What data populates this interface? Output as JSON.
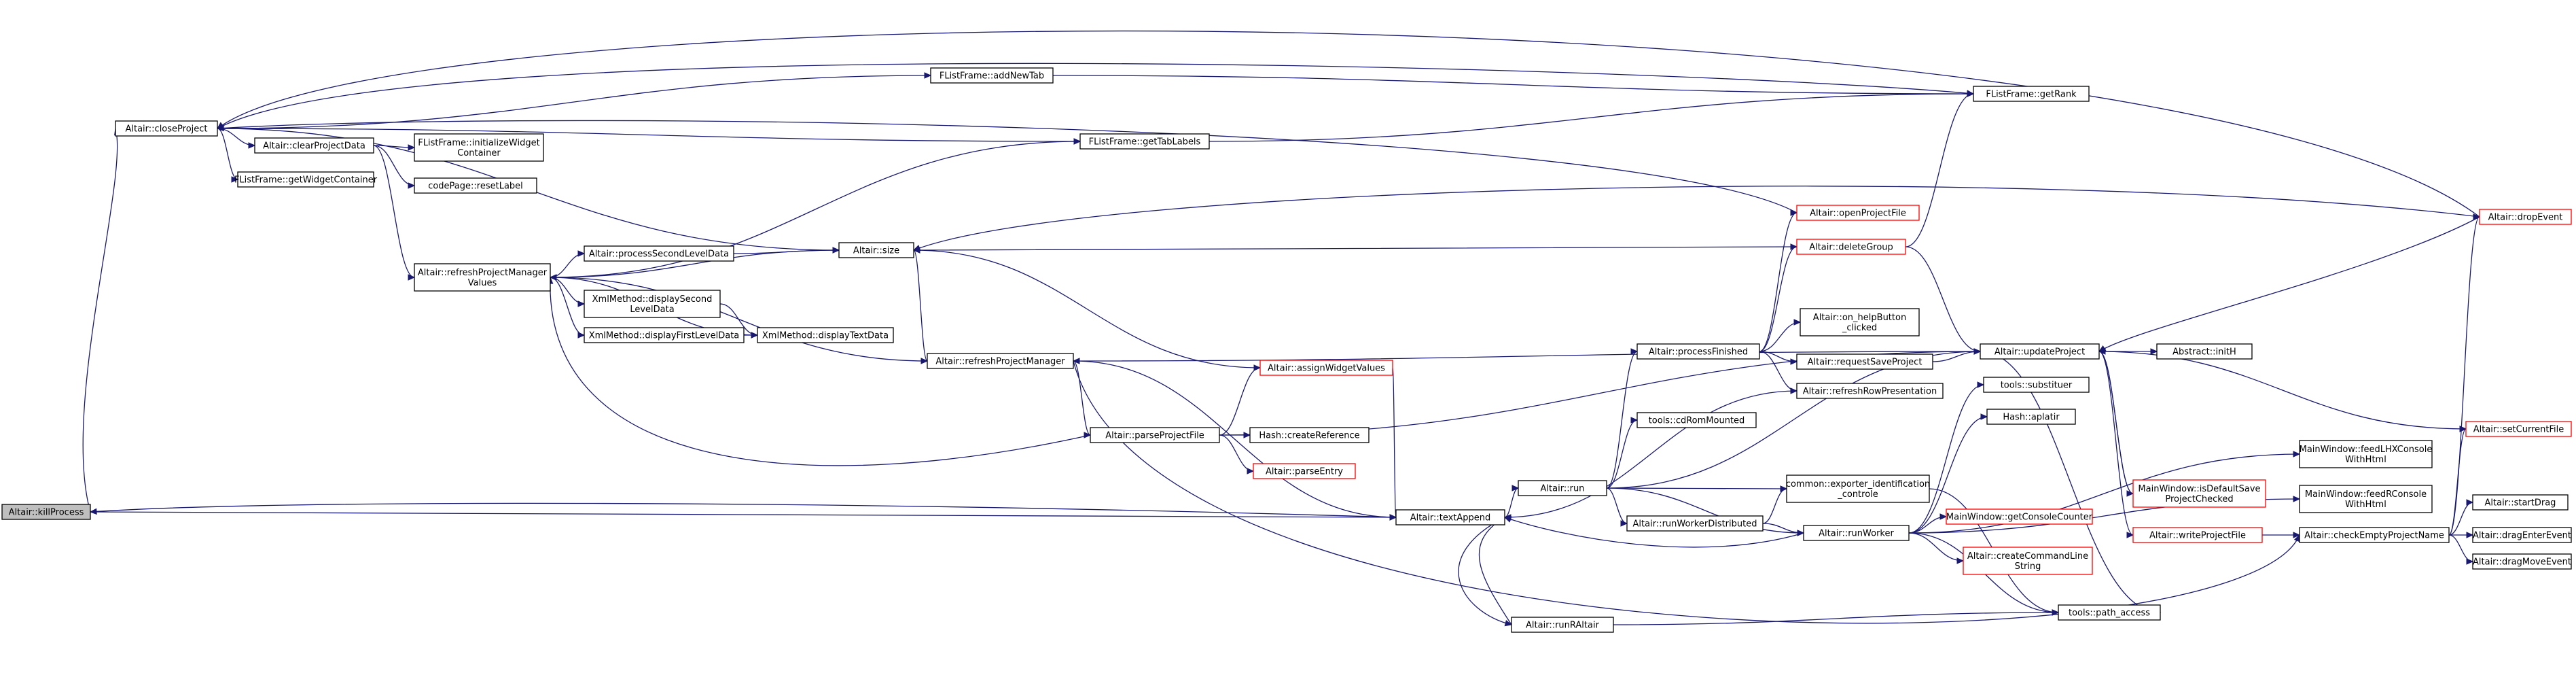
{
  "colors": {
    "edge": "#191970",
    "node_border": "#000000",
    "node_border_red": "#ff0000",
    "selected_fill": "#bfbfbf"
  },
  "nodes": [
    {
      "id": "killProcess",
      "lines": [
        "Altair::killProcess"
      ],
      "red": false,
      "selected": true
    },
    {
      "id": "closeProject",
      "lines": [
        "Altair::closeProject"
      ],
      "red": false
    },
    {
      "id": "addNewTab",
      "lines": [
        "FListFrame::addNewTab"
      ],
      "red": false
    },
    {
      "id": "getRank",
      "lines": [
        "FListFrame::getRank"
      ],
      "red": false
    },
    {
      "id": "getTabLabels",
      "lines": [
        "FListFrame::getTabLabels"
      ],
      "red": false
    },
    {
      "id": "clearProjectData",
      "lines": [
        "Altair::clearProjectData"
      ],
      "red": false
    },
    {
      "id": "initializeWidgetContainer",
      "lines": [
        "FListFrame::initializeWidget",
        "Container"
      ],
      "red": false
    },
    {
      "id": "getWidgetContainer",
      "lines": [
        "FListFrame::getWidgetContainer"
      ],
      "red": false
    },
    {
      "id": "resetLabel",
      "lines": [
        "codePage::resetLabel"
      ],
      "red": false
    },
    {
      "id": "size",
      "lines": [
        "Altair::size"
      ],
      "red": false
    },
    {
      "id": "processSecondLevelData",
      "lines": [
        "Altair::processSecondLevelData"
      ],
      "red": false
    },
    {
      "id": "refreshProjectManagerValues",
      "lines": [
        "Altair::refreshProjectManager",
        "Values"
      ],
      "red": false
    },
    {
      "id": "displaySecondLevelData",
      "lines": [
        "XmlMethod::displaySecond",
        "LevelData"
      ],
      "red": false
    },
    {
      "id": "displayFirstLevelData",
      "lines": [
        "XmlMethod::displayFirstLevelData"
      ],
      "red": false
    },
    {
      "id": "displayTextData",
      "lines": [
        "XmlMethod::displayTextData"
      ],
      "red": false
    },
    {
      "id": "refreshProjectManager",
      "lines": [
        "Altair::refreshProjectManager"
      ],
      "red": false
    },
    {
      "id": "assignWidgetValues",
      "lines": [
        "Altair::assignWidgetValues"
      ],
      "red": true
    },
    {
      "id": "parseProjectFile",
      "lines": [
        "Altair::parseProjectFile"
      ],
      "red": false
    },
    {
      "id": "createReference",
      "lines": [
        "Hash::createReference"
      ],
      "red": false
    },
    {
      "id": "parseEntry",
      "lines": [
        "Altair::parseEntry"
      ],
      "red": true
    },
    {
      "id": "textAppend",
      "lines": [
        "Altair::textAppend"
      ],
      "red": false
    },
    {
      "id": "runRAltair",
      "lines": [
        "Altair::runRAltair"
      ],
      "red": false
    },
    {
      "id": "run",
      "lines": [
        "Altair::run"
      ],
      "red": false
    },
    {
      "id": "processFinished",
      "lines": [
        "Altair::processFinished"
      ],
      "red": false
    },
    {
      "id": "cdRomMounted",
      "lines": [
        "tools::cdRomMounted"
      ],
      "red": false
    },
    {
      "id": "runWorkerDistributed",
      "lines": [
        "Altair::runWorkerDistributed"
      ],
      "red": false
    },
    {
      "id": "exporterIdentification",
      "lines": [
        "common::exporter_identification",
        "_controle"
      ],
      "red": false
    },
    {
      "id": "runWorker",
      "lines": [
        "Altair::runWorker"
      ],
      "red": false
    },
    {
      "id": "openProjectFile",
      "lines": [
        "Altair::openProjectFile"
      ],
      "red": true
    },
    {
      "id": "deleteGroup",
      "lines": [
        "Altair::deleteGroup"
      ],
      "red": true
    },
    {
      "id": "onHelpButtonClicked",
      "lines": [
        "Altair::on_helpButton",
        "_clicked"
      ],
      "red": false
    },
    {
      "id": "requestSaveProject",
      "lines": [
        "Altair::requestSaveProject"
      ],
      "red": false
    },
    {
      "id": "refreshRowPresentation",
      "lines": [
        "Altair::refreshRowPresentation"
      ],
      "red": false
    },
    {
      "id": "updateProject",
      "lines": [
        "Altair::updateProject"
      ],
      "red": false
    },
    {
      "id": "substituer",
      "lines": [
        "tools::substituer"
      ],
      "red": false
    },
    {
      "id": "aplatir",
      "lines": [
        "Hash::aplatir"
      ],
      "red": false
    },
    {
      "id": "getConsoleCounter",
      "lines": [
        "MainWindow::getConsoleCounter"
      ],
      "red": true
    },
    {
      "id": "createCommandLineString",
      "lines": [
        "Altair::createCommandLine",
        "String"
      ],
      "red": true
    },
    {
      "id": "pathAccess",
      "lines": [
        "tools::path_access"
      ],
      "red": false
    },
    {
      "id": "initH",
      "lines": [
        "Abstract::initH"
      ],
      "red": false
    },
    {
      "id": "isDefaultSaveProjectChecked",
      "lines": [
        "MainWindow::isDefaultSave",
        "ProjectChecked"
      ],
      "red": true
    },
    {
      "id": "writeProjectFile",
      "lines": [
        "Altair::writeProjectFile"
      ],
      "red": true
    },
    {
      "id": "feedLHXConsoleWithHtml",
      "lines": [
        "MainWindow::feedLHXConsole",
        "WithHtml"
      ],
      "red": false
    },
    {
      "id": "feedRConsoleWithHtml",
      "lines": [
        "MainWindow::feedRConsole",
        "WithHtml"
      ],
      "red": false
    },
    {
      "id": "checkEmptyProjectName",
      "lines": [
        "Altair::checkEmptyProjectName"
      ],
      "red": false
    },
    {
      "id": "dropEvent",
      "lines": [
        "Altair::dropEvent"
      ],
      "red": true
    },
    {
      "id": "setCurrentFile",
      "lines": [
        "Altair::setCurrentFile"
      ],
      "red": true
    },
    {
      "id": "startDrag",
      "lines": [
        "Altair::startDrag"
      ],
      "red": false
    },
    {
      "id": "dragEnterEvent",
      "lines": [
        "Altair::dragEnterEvent"
      ],
      "red": false
    },
    {
      "id": "dragMoveEvent",
      "lines": [
        "Altair::dragMoveEvent"
      ],
      "red": false
    }
  ],
  "edges": [
    [
      "killProcess",
      "closeProject"
    ],
    [
      "killProcess",
      "textAppend"
    ],
    [
      "closeProject",
      "addNewTab"
    ],
    [
      "closeProject",
      "getRank"
    ],
    [
      "closeProject",
      "getTabLabels"
    ],
    [
      "closeProject",
      "clearProjectData"
    ],
    [
      "closeProject",
      "getWidgetContainer"
    ],
    [
      "closeProject",
      "size"
    ],
    [
      "addNewTab",
      "getRank"
    ],
    [
      "getTabLabels",
      "getRank"
    ],
    [
      "clearProjectData",
      "initializeWidgetContainer"
    ],
    [
      "clearProjectData",
      "resetLabel"
    ],
    [
      "clearProjectData",
      "refreshProjectManagerValues"
    ],
    [
      "refreshProjectManagerValues",
      "getTabLabels"
    ],
    [
      "refreshProjectManagerValues",
      "processSecondLevelData"
    ],
    [
      "refreshProjectManagerValues",
      "displaySecondLevelData"
    ],
    [
      "refreshProjectManagerValues",
      "displayFirstLevelData"
    ],
    [
      "refreshProjectManagerValues",
      "displayTextData"
    ],
    [
      "processSecondLevelData",
      "size"
    ],
    [
      "size",
      "refreshProjectManagerValues"
    ],
    [
      "displaySecondLevelData",
      "displayTextData"
    ],
    [
      "displayFirstLevelData",
      "displayTextData"
    ],
    [
      "refreshProjectManager",
      "refreshProjectManagerValues"
    ],
    [
      "refreshProjectManager",
      "parseProjectFile"
    ],
    [
      "refreshProjectManager",
      "textAppend"
    ],
    [
      "refreshProjectManager",
      "checkEmptyProjectName"
    ],
    [
      "size",
      "refreshProjectManager"
    ],
    [
      "assignWidgetValues",
      "size"
    ],
    [
      "assignWidgetValues",
      "textAppend"
    ],
    [
      "parseProjectFile",
      "refreshProjectManagerValues"
    ],
    [
      "parseProjectFile",
      "assignWidgetValues"
    ],
    [
      "parseProjectFile",
      "createReference"
    ],
    [
      "parseProjectFile",
      "parseEntry"
    ],
    [
      "parseProjectFile",
      "updateProject"
    ],
    [
      "textAppend",
      "killProcess"
    ],
    [
      "textAppend",
      "run"
    ],
    [
      "textAppend",
      "runRAltair"
    ],
    [
      "runRAltair",
      "textAppend"
    ],
    [
      "runRAltair",
      "pathAccess"
    ],
    [
      "run",
      "processFinished"
    ],
    [
      "run",
      "cdRomMounted"
    ],
    [
      "run",
      "runWorkerDistributed"
    ],
    [
      "run",
      "exporterIdentification"
    ],
    [
      "run",
      "runWorker"
    ],
    [
      "run",
      "updateProject"
    ],
    [
      "processFinished",
      "openProjectFile"
    ],
    [
      "processFinished",
      "deleteGroup"
    ],
    [
      "processFinished",
      "onHelpButtonClicked"
    ],
    [
      "processFinished",
      "requestSaveProject"
    ],
    [
      "processFinished",
      "refreshRowPresentation"
    ],
    [
      "runWorkerDistributed",
      "exporterIdentification"
    ],
    [
      "runWorkerDistributed",
      "runWorker"
    ],
    [
      "runWorker",
      "textAppend"
    ],
    [
      "runWorker",
      "getConsoleCounter"
    ],
    [
      "runWorker",
      "createCommandLineString"
    ],
    [
      "runWorker",
      "pathAccess"
    ],
    [
      "runWorker",
      "feedLHXConsoleWithHtml"
    ],
    [
      "runWorker",
      "feedRConsoleWithHtml"
    ],
    [
      "runWorker",
      "substituer"
    ],
    [
      "runWorker",
      "aplatir"
    ],
    [
      "exporterIdentification",
      "pathAccess"
    ],
    [
      "openProjectFile",
      "closeProject"
    ],
    [
      "deleteGroup",
      "size"
    ],
    [
      "deleteGroup",
      "getRank"
    ],
    [
      "deleteGroup",
      "updateProject"
    ],
    [
      "requestSaveProject",
      "updateProject"
    ],
    [
      "refreshRowPresentation",
      "textAppend"
    ],
    [
      "updateProject",
      "refreshProjectManager"
    ],
    [
      "updateProject",
      "initH"
    ],
    [
      "updateProject",
      "isDefaultSaveProjectChecked"
    ],
    [
      "updateProject",
      "writeProjectFile"
    ],
    [
      "updateProject",
      "setCurrentFile"
    ],
    [
      "updateProject",
      "pathAccess"
    ],
    [
      "writeProjectFile",
      "checkEmptyProjectName"
    ],
    [
      "isDefaultSaveProjectChecked",
      "updateProject"
    ],
    [
      "checkEmptyProjectName",
      "setCurrentFile"
    ],
    [
      "checkEmptyProjectName",
      "startDrag"
    ],
    [
      "checkEmptyProjectName",
      "dragEnterEvent"
    ],
    [
      "checkEmptyProjectName",
      "dragMoveEvent"
    ],
    [
      "checkEmptyProjectName",
      "dropEvent"
    ],
    [
      "dropEvent",
      "closeProject"
    ],
    [
      "dropEvent",
      "updateProject"
    ],
    [
      "dropEvent",
      "size"
    ]
  ]
}
